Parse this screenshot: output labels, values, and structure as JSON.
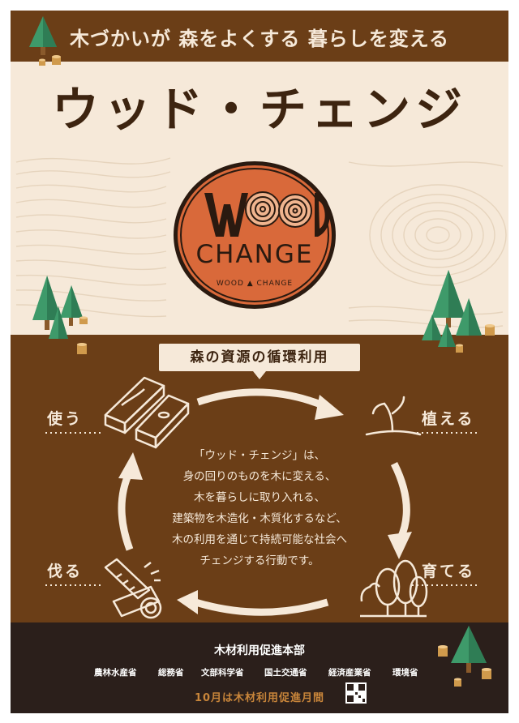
{
  "header": {
    "tagline": "木づかいが 森をよくする 暮らしを変える",
    "title": "ウッド・チェンジ"
  },
  "badge": {
    "logo_word": "WOOD",
    "main": "CHANGE",
    "sub": "WOOD ▲ CHANGE"
  },
  "cycle": {
    "title": "森の資源の循環利用",
    "steps": {
      "use": "使う",
      "plant": "植える",
      "grow": "育てる",
      "cut": "伐る"
    },
    "description": [
      "「ウッド・チェンジ」は、",
      "身の回りのものを木に変える、",
      "木を暮らしに取り入れる、",
      "建築物を木造化・木質化するなど、",
      "木の利用を通じて持続可能な社会へ",
      "チェンジする行動です。"
    ]
  },
  "footer": {
    "organization": "木材利用促進本部",
    "ministries": [
      "農林水産省",
      "総務省",
      "文部科学省",
      "国土交通省",
      "経済産業省",
      "環境省"
    ],
    "period": "10月は木材利用促進月間"
  },
  "icons": {
    "tree": "tree-icon",
    "planks": "wood-planks-icon",
    "sprout": "sprout-icon",
    "forest": "forest-trees-icon",
    "saw_log": "saw-log-icon",
    "qr": "qr-code-icon"
  },
  "colors": {
    "cream": "#f6e9d9",
    "brown": "#6b3e17",
    "dark_brown": "#3d2410",
    "footer": "#2b1f1b",
    "orange": "#d9693a",
    "tree_green": "#3e9a6a",
    "stump": "#d09a4c"
  }
}
